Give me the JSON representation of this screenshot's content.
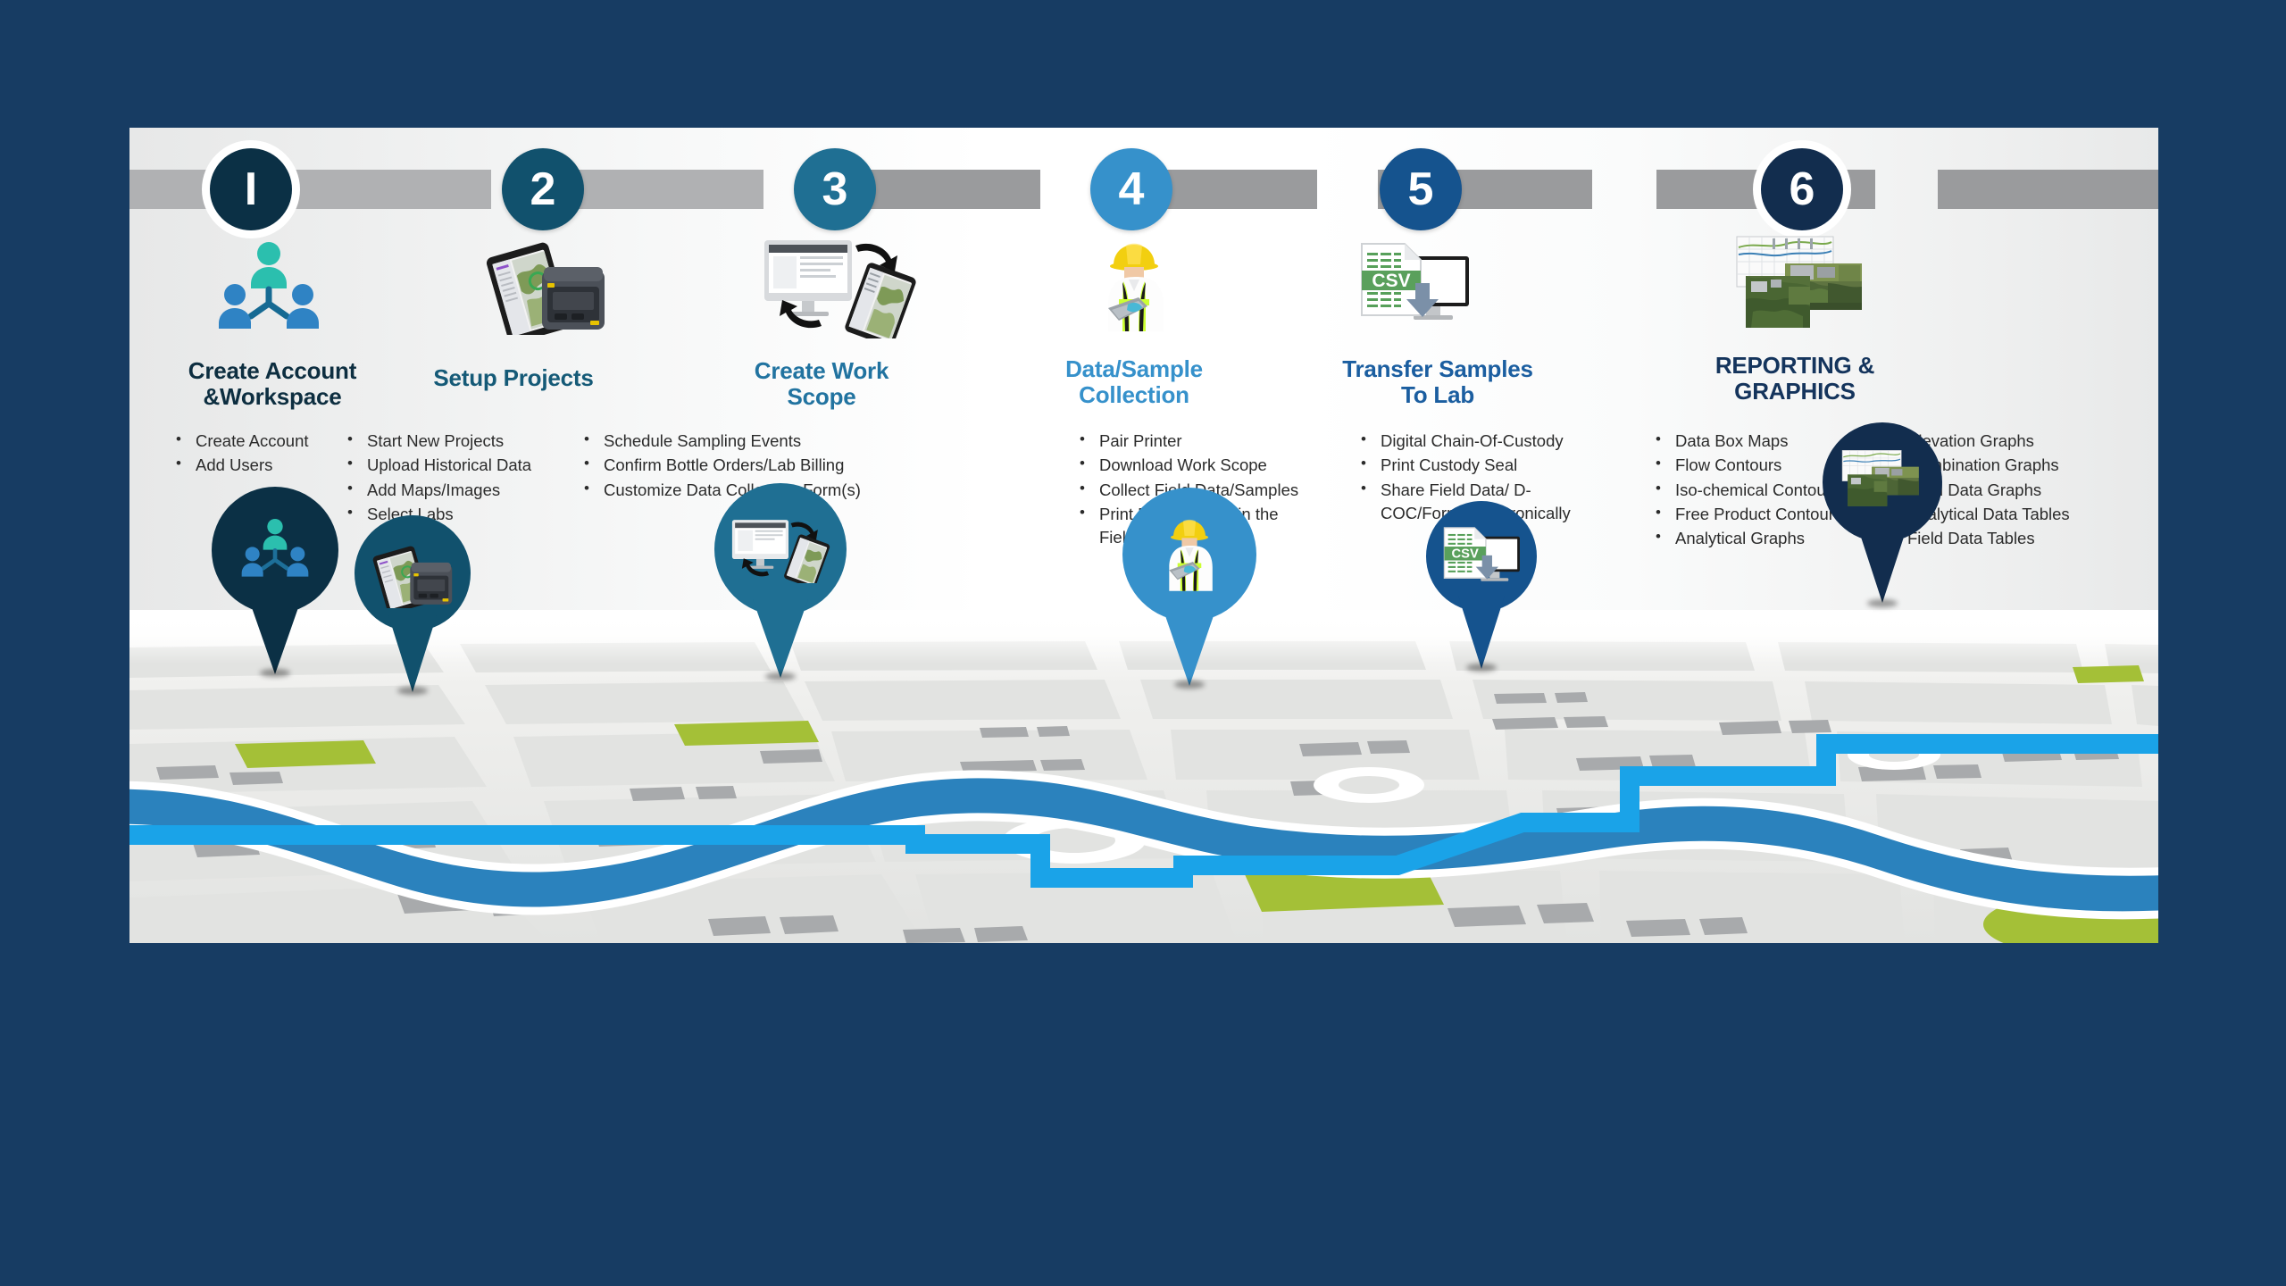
{
  "background_color": "#173c63",
  "card": {
    "background": "#ffffff",
    "connector_bar_color": "#b0b1b3"
  },
  "steps": [
    {
      "number": "1",
      "number_glyph": "I",
      "circle_color": "#0b3045",
      "title": "Create Account\n&Workspace",
      "title_lines": [
        "Create Account",
        "&Workspace"
      ],
      "title_color": "#0d2e40",
      "ringed": true,
      "icon": "people-network-icon",
      "bullets": [
        "Create Account",
        "Add Users"
      ]
    },
    {
      "number": "2",
      "number_glyph": "2",
      "circle_color": "#11516d",
      "title": "Setup Projects",
      "title_lines": [
        "Setup Projects"
      ],
      "title_color": "#155a77",
      "ringed": false,
      "icon": "tablet-printer-icon",
      "bullets": [
        "Start New Projects",
        "Upload Historical Data",
        "Add Maps/Images",
        "Select Labs"
      ]
    },
    {
      "number": "3",
      "number_glyph": "3",
      "circle_color": "#1f6f93",
      "title": "Create Work\nScope",
      "title_lines": [
        "Create Work",
        "Scope"
      ],
      "title_color": "#2173a0",
      "ringed": false,
      "icon": "monitor-tablet-sync-icon",
      "bullets": [
        "Schedule Sampling Events",
        "Confirm Bottle Orders/Lab Billing",
        "Customize Data Collection Form(s)"
      ]
    },
    {
      "number": "4",
      "number_glyph": "4",
      "circle_color": "#3691cb",
      "title": "Data/Sample\nCollection",
      "title_lines": [
        "Data/Sample",
        "Collection"
      ],
      "title_color": "#3691cb",
      "ringed": false,
      "icon": "field-worker-icon",
      "bullets": [
        "Pair Printer",
        "Download Work Scope",
        "Collect Field Data/Samples",
        "Print Bottle Labels in the Field"
      ]
    },
    {
      "number": "5",
      "number_glyph": "5",
      "circle_color": "#15538e",
      "title": "Transfer Samples\nTo Lab",
      "title_lines": [
        "Transfer Samples",
        "To Lab"
      ],
      "title_color": "#1b5ea0",
      "ringed": false,
      "icon": "csv-download-icon",
      "bullets": [
        "Digital Chain-Of-Custody",
        "Print Custody Seal",
        "Share Field Data/ D-COC/Forms Electronically"
      ]
    },
    {
      "number": "6",
      "number_glyph": "6",
      "circle_color": "#122d4e",
      "title": "REPORTING &\nGRAPHICS",
      "title_lines": [
        "REPORTING &",
        "GRAPHICS"
      ],
      "title_color": "#14345c",
      "ringed": true,
      "icon": "map-graphics-icon",
      "bullets_col1": [
        "Data Box Maps",
        "Flow Contours",
        "Iso-chemical Contours",
        "Free Product Contours",
        "Analytical Graphs"
      ],
      "bullets_col2": [
        "Elevation Graphs",
        "Combination Graphs",
        "Field Data Graphs",
        "Analytical Data Tables",
        "Field Data Tables"
      ]
    }
  ],
  "step4_bullets_wrapped": [
    "Pair Printer",
    "Download Work Scope",
    "Collect Field",
    "Data/Samples",
    "Print Bottle Labels in the",
    "Field"
  ],
  "step5_bullets_wrapped": [
    "Digital Chain-Of-Custody",
    "Print Custody Seal",
    "Share Field Data/",
    "D-COC/Forms",
    "Electronically"
  ],
  "map": {
    "base_color": "#e2e3e1",
    "road_color": "#ffffff",
    "river_color": "#2b82bd",
    "route_color": "#1aa3e8",
    "park_color": "#a4c037",
    "building_color": "#a8aaac",
    "pins": [
      {
        "label": "create-account-pin",
        "color": "#0b3045",
        "icon": "people-network-icon"
      },
      {
        "label": "setup-projects-pin",
        "color": "#11516d",
        "icon": "tablet-printer-icon"
      },
      {
        "label": "create-work-scope-pin",
        "color": "#1f6f93",
        "icon": "monitor-tablet-sync-icon"
      },
      {
        "label": "data-sample-collection-pin",
        "color": "#3691cb",
        "icon": "field-worker-icon"
      },
      {
        "label": "transfer-samples-pin",
        "color": "#15538e",
        "icon": "csv-download-icon"
      },
      {
        "label": "reporting-graphics-pin",
        "color": "#122d4e",
        "icon": "map-graphics-icon"
      }
    ]
  }
}
